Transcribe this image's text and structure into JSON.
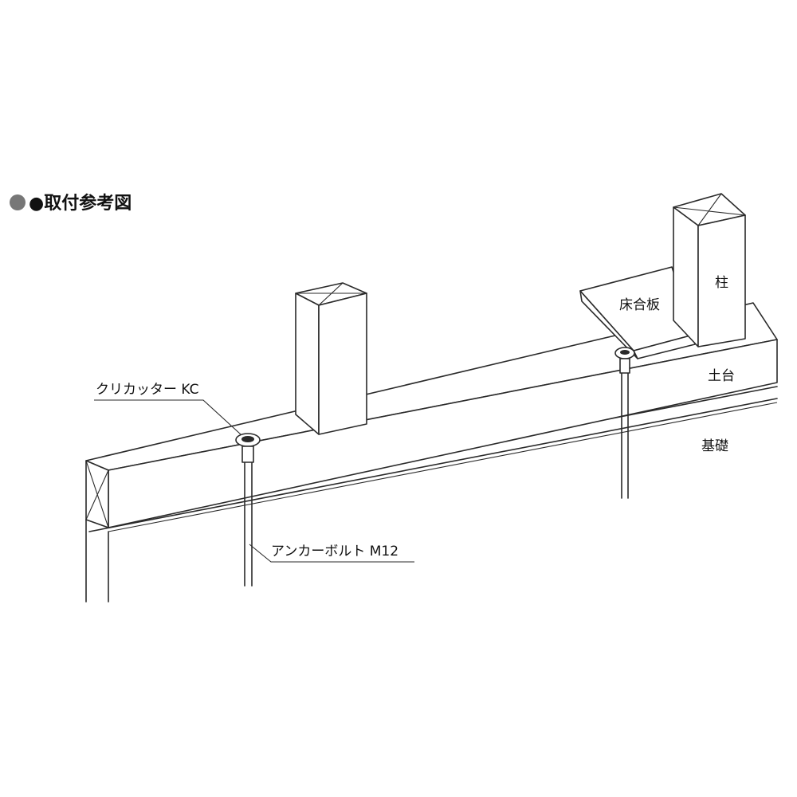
{
  "title": "●取付参考図",
  "labels": {
    "clip_cutter": "クリカッター KC",
    "anchor_bolt": "アンカーボルト M12",
    "pillar": "柱",
    "floor_board": "床合板",
    "sill": "土台",
    "foundation": "基礎"
  },
  "colors": {
    "line": "#2a2a2a",
    "text": "#111111",
    "bullet": "#777777"
  }
}
